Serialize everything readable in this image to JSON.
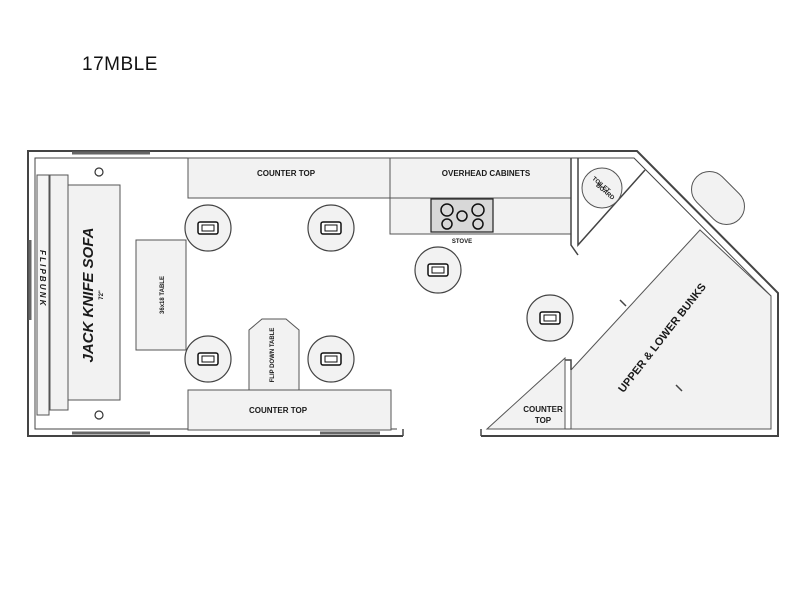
{
  "model": {
    "name": "17MBLE"
  },
  "labels": {
    "counter_top_upper": "COUNTER TOP",
    "overhead_cabinets": "OVERHEAD CABINETS",
    "toilet_board_line1": "TOILET",
    "toilet_board_line2": "BOARD",
    "stove": "STOVE",
    "jack_knife_sofa": "JACK KNIFE SOFA",
    "sofa_size": "72\"",
    "flip_bunk": "F L I P   B U N K",
    "table": "36x18 TABLE",
    "flip_down_table": "FLIP DOWN TABLE",
    "counter_top_lower": "COUNTER TOP",
    "upper_lower_bunks": "UPPER & LOWER BUNKS",
    "counter_top_small_line1": "COUNTER",
    "counter_top_small_line2": "TOP"
  },
  "colors": {
    "wall": "#444444",
    "fixture_fill": "#f2f2f2",
    "line": "#555555"
  }
}
